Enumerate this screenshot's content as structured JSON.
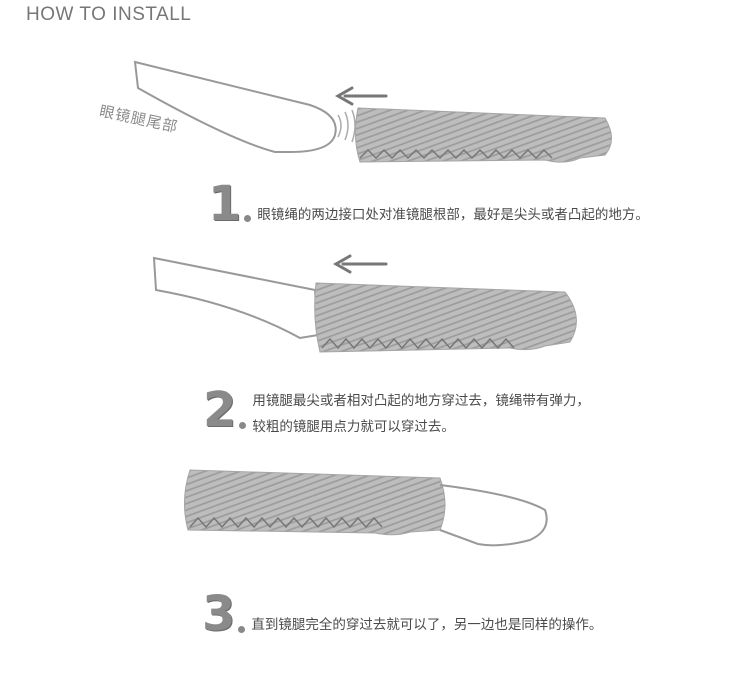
{
  "title": "HOW TO INSTALL",
  "label": "眼镜腿尾部",
  "steps": [
    {
      "number": "1",
      "lines": [
        "眼镜绳的两边接口处对准镜腿根部，最好是尖头或者凸起的地方。"
      ]
    },
    {
      "number": "2",
      "lines": [
        "用镜腿最尖或者相对凸起的地方穿过去，镜绳带有弹力，",
        "较粗的镜腿用点力就可以穿过去。"
      ]
    },
    {
      "number": "3",
      "lines": [
        "直到镜腿完全的穿过去就可以了，另一边也是同样的操作。"
      ]
    }
  ]
}
